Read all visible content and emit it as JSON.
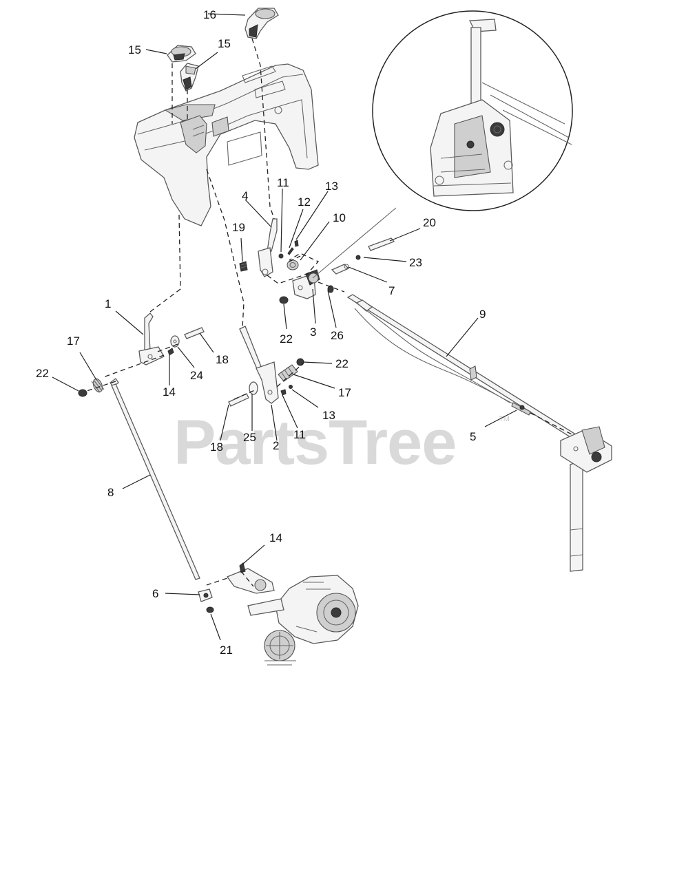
{
  "watermark": {
    "brand": "PartsTree",
    "tm": "TM"
  },
  "callouts": {
    "c1": "1",
    "c2": "2",
    "c3": "3",
    "c4": "4",
    "c5": "5",
    "c6": "6",
    "c7": "7",
    "c8": "8",
    "c9": "9",
    "c10": "10",
    "c11a": "11",
    "c11b": "11",
    "c12": "12",
    "c13a": "13",
    "c13b": "13",
    "c14a": "14",
    "c14b": "14",
    "c15a": "15",
    "c15b": "15",
    "c16": "16",
    "c17a": "17",
    "c17b": "17",
    "c18a": "18",
    "c18b": "18",
    "c19": "19",
    "c20": "20",
    "c21": "21",
    "c22a": "22",
    "c22b": "22",
    "c22c": "22",
    "c23": "23",
    "c24": "24",
    "c25": "25",
    "c26": "26"
  }
}
